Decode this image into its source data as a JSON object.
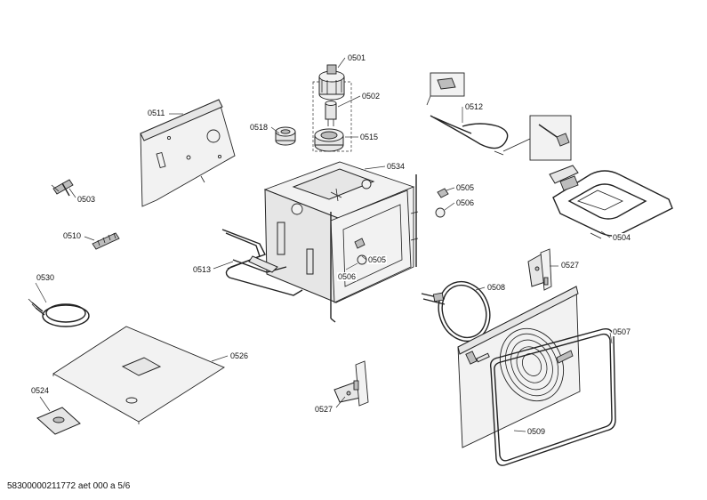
{
  "callouts": [
    {
      "id": "c0501",
      "text": "0501"
    },
    {
      "id": "c0502",
      "text": "0502"
    },
    {
      "id": "c0515",
      "text": "0515"
    },
    {
      "id": "c0518",
      "text": "0518"
    },
    {
      "id": "c0511",
      "text": "0511"
    },
    {
      "id": "c0512",
      "text": "0512"
    },
    {
      "id": "c0534",
      "text": "0534"
    },
    {
      "id": "c0505a",
      "text": "0505"
    },
    {
      "id": "c0506a",
      "text": "0506"
    },
    {
      "id": "c0503",
      "text": "0503"
    },
    {
      "id": "c0504",
      "text": "0504"
    },
    {
      "id": "c0510",
      "text": "0510"
    },
    {
      "id": "c0505b",
      "text": "0505"
    },
    {
      "id": "c0513",
      "text": "0513"
    },
    {
      "id": "c0506b",
      "text": "0506"
    },
    {
      "id": "c0527a",
      "text": "0527"
    },
    {
      "id": "c0530",
      "text": "0530"
    },
    {
      "id": "c0508",
      "text": "0508"
    },
    {
      "id": "c0507",
      "text": "0507"
    },
    {
      "id": "c0526",
      "text": "0526"
    },
    {
      "id": "c0524",
      "text": "0524"
    },
    {
      "id": "c0527b",
      "text": "0527"
    },
    {
      "id": "c0509",
      "text": "0509"
    }
  ],
  "footer": "58300000211772 aet 000 a 5/6"
}
